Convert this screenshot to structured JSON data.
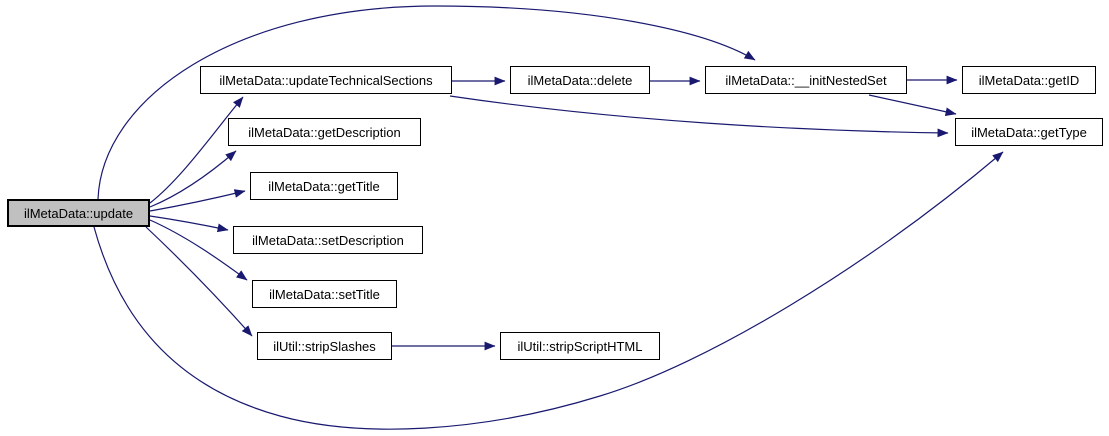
{
  "diagram": {
    "type": "call-graph",
    "colors": {
      "edge": "#191970",
      "node_border": "#000000",
      "node_fill": "#ffffff",
      "highlight_fill": "#c0c0c0",
      "text": "#000000",
      "background": "#ffffff"
    }
  },
  "nodes": [
    {
      "id": "update",
      "label": "ilMetaData::update",
      "highlighted": true
    },
    {
      "id": "updateTechnicalSections",
      "label": "ilMetaData::updateTechnicalSections",
      "highlighted": false
    },
    {
      "id": "delete",
      "label": "ilMetaData::delete",
      "highlighted": false
    },
    {
      "id": "initNestedSet",
      "label": "ilMetaData::__initNestedSet",
      "highlighted": false
    },
    {
      "id": "getID",
      "label": "ilMetaData::getID",
      "highlighted": false
    },
    {
      "id": "getType",
      "label": "ilMetaData::getType",
      "highlighted": false
    },
    {
      "id": "getDescription",
      "label": "ilMetaData::getDescription",
      "highlighted": false
    },
    {
      "id": "getTitle",
      "label": "ilMetaData::getTitle",
      "highlighted": false
    },
    {
      "id": "setDescription",
      "label": "ilMetaData::setDescription",
      "highlighted": false
    },
    {
      "id": "setTitle",
      "label": "ilMetaData::setTitle",
      "highlighted": false
    },
    {
      "id": "stripSlashes",
      "label": "ilUtil::stripSlashes",
      "highlighted": false
    },
    {
      "id": "stripScriptHTML",
      "label": "ilUtil::stripScriptHTML",
      "highlighted": false
    }
  ],
  "edges": [
    {
      "from": "ilMetaData::update",
      "to": "ilMetaData::updateTechnicalSections"
    },
    {
      "from": "ilMetaData::update",
      "to": "ilMetaData::getDescription"
    },
    {
      "from": "ilMetaData::update",
      "to": "ilMetaData::getTitle"
    },
    {
      "from": "ilMetaData::update",
      "to": "ilMetaData::setDescription"
    },
    {
      "from": "ilMetaData::update",
      "to": "ilMetaData::setTitle"
    },
    {
      "from": "ilMetaData::update",
      "to": "ilUtil::stripSlashes"
    },
    {
      "from": "ilMetaData::update",
      "to": "ilMetaData::__initNestedSet"
    },
    {
      "from": "ilMetaData::update",
      "to": "ilMetaData::getType"
    },
    {
      "from": "ilMetaData::updateTechnicalSections",
      "to": "ilMetaData::delete"
    },
    {
      "from": "ilMetaData::updateTechnicalSections",
      "to": "ilMetaData::getType"
    },
    {
      "from": "ilMetaData::delete",
      "to": "ilMetaData::__initNestedSet"
    },
    {
      "from": "ilMetaData::__initNestedSet",
      "to": "ilMetaData::getID"
    },
    {
      "from": "ilMetaData::__initNestedSet",
      "to": "ilMetaData::getType"
    },
    {
      "from": "ilUtil::stripSlashes",
      "to": "ilUtil::stripScriptHTML"
    }
  ]
}
